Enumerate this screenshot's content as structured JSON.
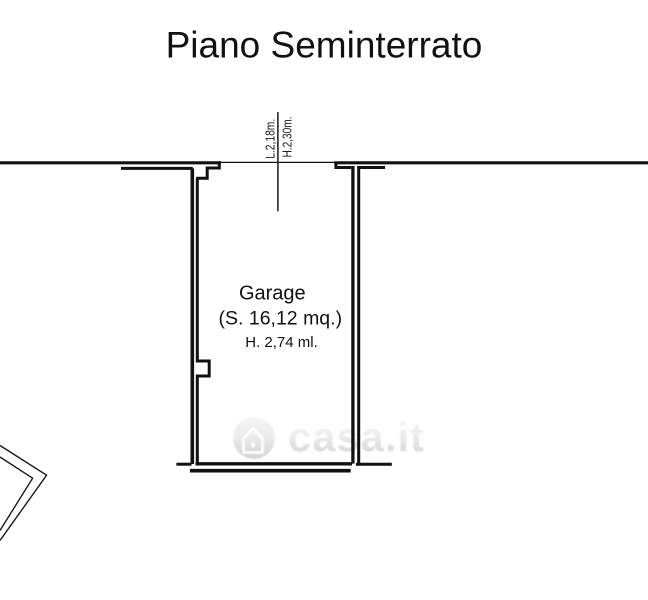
{
  "title": "Piano Seminterrato",
  "room": {
    "name": "Garage",
    "area": "(S. 16,12 mq.)",
    "height": "H. 2,74 ml."
  },
  "entrance": {
    "width_label": "L.2,18m.",
    "height_label": "H.2,30m."
  },
  "watermark": {
    "text": "casa.it"
  },
  "colors": {
    "ink": "#111111",
    "background": "#ffffff",
    "watermark_light": "#f2f2f2",
    "watermark_dark": "#d2d2d2"
  }
}
